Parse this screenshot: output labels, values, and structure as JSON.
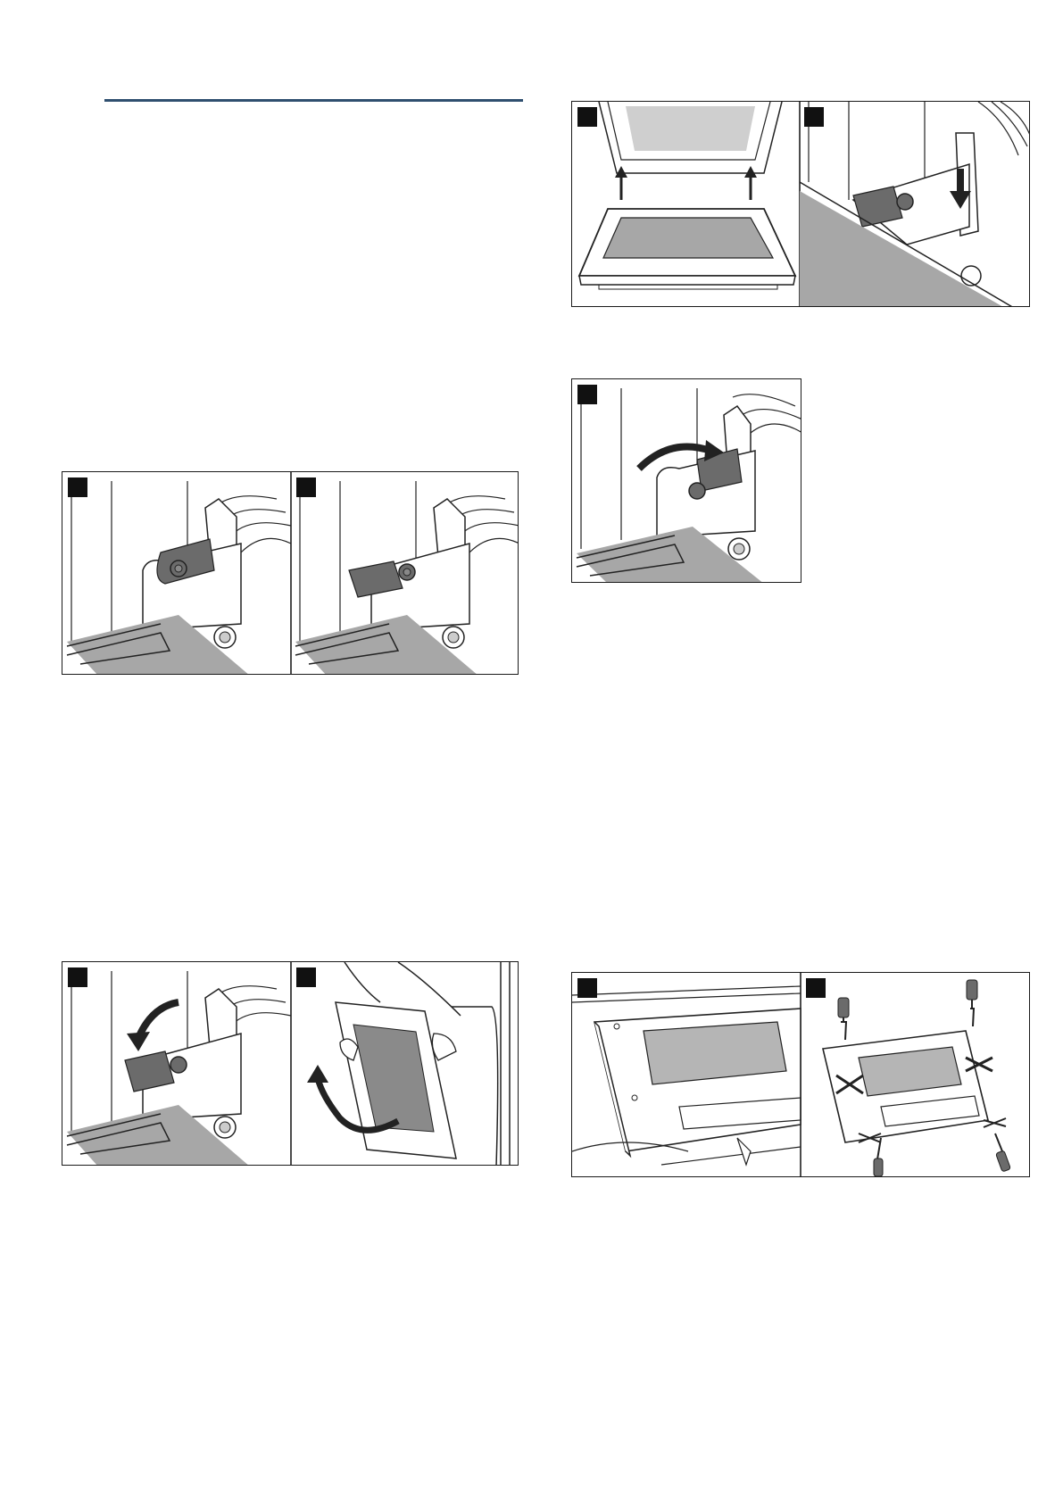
{
  "page": {
    "heading_rule_color": "#2f4f6f",
    "figure_fill_gray": "#a7a7a7"
  },
  "figures": [
    {
      "id": "fig-hinge-closed-open",
      "panels": [
        "hinge-lever-closed",
        "hinge-lever-flipped-open"
      ]
    },
    {
      "id": "fig-lower-door-remove",
      "panels": [
        "hinge-lever-pressed-down",
        "door-lifted-out"
      ]
    },
    {
      "id": "fig-door-reinsert",
      "panels": [
        "door-pushed-onto-hinges",
        "hinge-pushed-in"
      ]
    },
    {
      "id": "fig-hinge-close",
      "panels": [
        "hinge-lever-flipped-closed"
      ]
    },
    {
      "id": "fig-door-cover-removal",
      "panels": [
        "door-laid-on-cloth",
        "door-screws-removed"
      ]
    }
  ]
}
